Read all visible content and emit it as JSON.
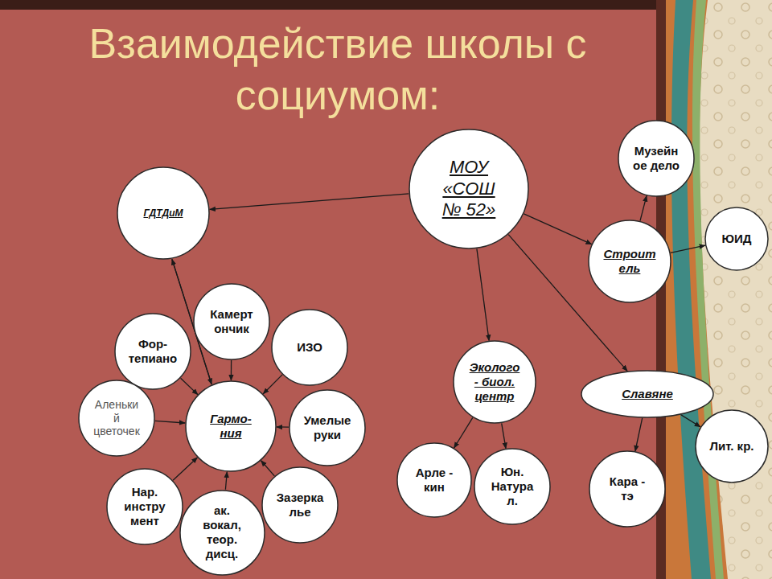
{
  "diagram": {
    "title": "Взаимодействие школы с социумом:",
    "nodes": [
      {
        "text": [
          "МОУ «СОШ № 52»"
        ]
      },
      {
        "text": [
          "ГДТДиМ"
        ]
      },
      {
        "text": [
          "Музейное дело"
        ]
      },
      {
        "text": [
          "Строитель"
        ]
      },
      {
        "text": [
          "ЮИД"
        ]
      },
      {
        "text": [
          "Фор-тепиано"
        ]
      },
      {
        "text": [
          "Камертончик"
        ]
      },
      {
        "text": [
          "ИЗО"
        ]
      },
      {
        "text": [
          "Гармо-ния"
        ]
      },
      {
        "text": [
          "Аленький цветочек"
        ]
      },
      {
        "text": [
          "Умелые руки"
        ]
      },
      {
        "text": [
          "Нар. инструмент"
        ]
      },
      {
        "text": [
          "ак. вокал, теор. дисц."
        ]
      },
      {
        "text": [
          "Зазеркалье"
        ]
      },
      {
        "text": [
          "Эколого - биол. центр"
        ]
      },
      {
        "text": [
          "Славяне"
        ]
      },
      {
        "text": [
          "Арле - кин"
        ]
      },
      {
        "text": [
          "Юн. Натурал."
        ]
      },
      {
        "text": [
          "Кара - тэ"
        ]
      },
      {
        "text": [
          "Лит. кр."
        ]
      }
    ],
    "edges": [
      {
        "from": 0,
        "to": 1,
        "arrow": "to"
      },
      {
        "from": 0,
        "to": 3,
        "arrow": "to"
      },
      {
        "from": 0,
        "to": 14,
        "arrow": "to"
      },
      {
        "from": 0,
        "to": 15,
        "arrow": "to"
      },
      {
        "from": 3,
        "to": 2,
        "arrow": "to"
      },
      {
        "from": 3,
        "to": 4,
        "arrow": "to"
      },
      {
        "from": 8,
        "to": 1,
        "arrow": "to"
      },
      {
        "from": 1,
        "to": 8,
        "arrow": "to"
      },
      {
        "from": 5,
        "to": 8,
        "arrow": "to"
      },
      {
        "from": 6,
        "to": 8,
        "arrow": "to"
      },
      {
        "from": 7,
        "to": 8,
        "arrow": "to"
      },
      {
        "from": 9,
        "to": 8,
        "arrow": "to"
      },
      {
        "from": 10,
        "to": 8,
        "arrow": "to"
      },
      {
        "from": 11,
        "to": 8,
        "arrow": "to"
      },
      {
        "from": 12,
        "to": 8,
        "arrow": "to"
      },
      {
        "from": 13,
        "to": 8,
        "arrow": "to"
      },
      {
        "from": 14,
        "to": 16,
        "arrow": "to"
      },
      {
        "from": 14,
        "to": 17,
        "arrow": "to"
      },
      {
        "from": 15,
        "to": 18,
        "arrow": "to"
      },
      {
        "from": 15,
        "to": 19,
        "arrow": "to"
      }
    ]
  }
}
